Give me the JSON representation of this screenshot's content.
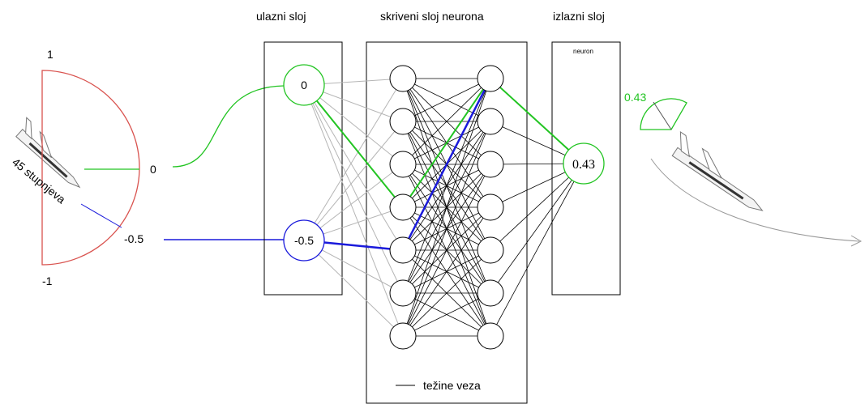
{
  "headers": {
    "input_layer": "ulazni sloj",
    "hidden_layer": "skriveni sloj neurona",
    "output_layer": "izlazni sloj"
  },
  "output_box_caption": "neuron",
  "legend": {
    "label": "težine veza"
  },
  "input_gauge": {
    "top_label": "1",
    "bottom_label": "-1",
    "angle_label": "45 stupnjeva",
    "value_a": "0",
    "value_b": "-0.5"
  },
  "input_neurons": [
    "0",
    "-0.5"
  ],
  "output_neuron": "0.43",
  "output_gauge_value": "0.43",
  "hidden_columns": 2,
  "hidden_neurons_per_column": 7,
  "colors": {
    "gauge": "#d9534f",
    "positive_path": "#22c422",
    "negative_path": "#1a1adb",
    "faint_connection": "#b5b5b5",
    "connection": "#000000"
  }
}
